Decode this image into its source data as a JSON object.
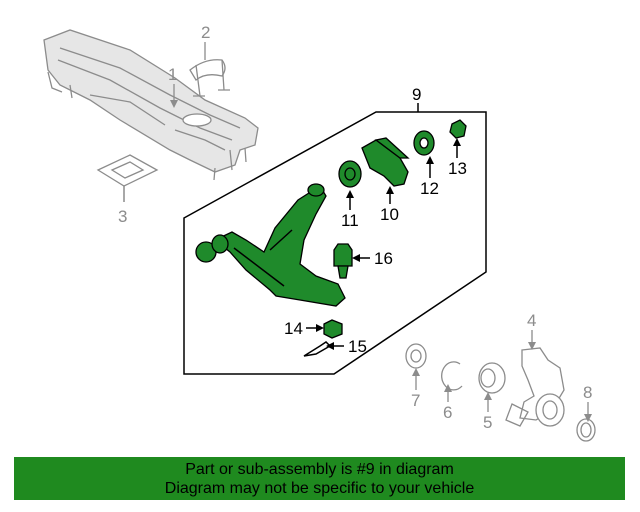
{
  "callouts": {
    "c1": "1",
    "c2": "2",
    "c3": "3",
    "c4": "4",
    "c5": "5",
    "c6": "6",
    "c7": "7",
    "c8": "8",
    "c9": "9",
    "c10": "10",
    "c11": "11",
    "c12": "12",
    "c13": "13",
    "c14": "14",
    "c15": "15",
    "c16": "16"
  },
  "banner": {
    "line1": "Part or sub-assembly is #9 in diagram",
    "line2": "Diagram may not be specific to your vehicle"
  },
  "colors": {
    "highlight": "#1f8a2b",
    "banner": "#1f8a1f",
    "muted": "#8c8c8c"
  }
}
